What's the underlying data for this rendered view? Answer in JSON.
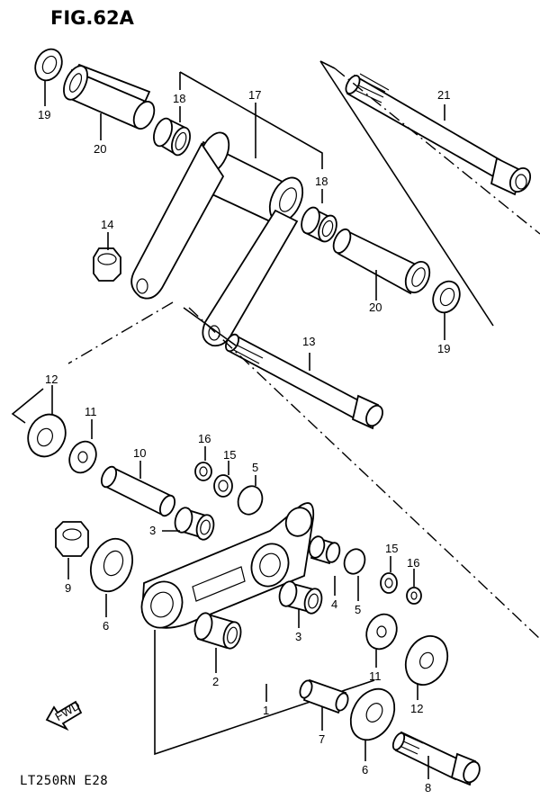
{
  "figure": {
    "title": "FIG.62A",
    "model_code": "LT250RN  E28"
  },
  "fwd_label": "FWD",
  "callouts": [
    {
      "id": "c19a",
      "text": "19"
    },
    {
      "id": "c20a",
      "text": "20"
    },
    {
      "id": "c18a",
      "text": "18"
    },
    {
      "id": "c17",
      "text": "17"
    },
    {
      "id": "c18b",
      "text": "18"
    },
    {
      "id": "c21",
      "text": "21"
    },
    {
      "id": "c14",
      "text": "14"
    },
    {
      "id": "c20b",
      "text": "20"
    },
    {
      "id": "c19b",
      "text": "19"
    },
    {
      "id": "c13",
      "text": "13"
    },
    {
      "id": "c12a",
      "text": "12"
    },
    {
      "id": "c11a",
      "text": "11"
    },
    {
      "id": "c16a",
      "text": "16"
    },
    {
      "id": "c15a",
      "text": "15"
    },
    {
      "id": "c5a",
      "text": "5"
    },
    {
      "id": "c10",
      "text": "10"
    },
    {
      "id": "c3a",
      "text": "3"
    },
    {
      "id": "c9",
      "text": "9"
    },
    {
      "id": "c6a",
      "text": "6"
    },
    {
      "id": "c4",
      "text": "4"
    },
    {
      "id": "c15b",
      "text": "15"
    },
    {
      "id": "c16b",
      "text": "16"
    },
    {
      "id": "c5b",
      "text": "5"
    },
    {
      "id": "c3b",
      "text": "3"
    },
    {
      "id": "c2",
      "text": "2"
    },
    {
      "id": "c11b",
      "text": "11"
    },
    {
      "id": "c12b",
      "text": "12"
    },
    {
      "id": "c1",
      "text": "1"
    },
    {
      "id": "c7",
      "text": "7"
    },
    {
      "id": "c6b",
      "text": "6"
    },
    {
      "id": "c8",
      "text": "8"
    }
  ]
}
